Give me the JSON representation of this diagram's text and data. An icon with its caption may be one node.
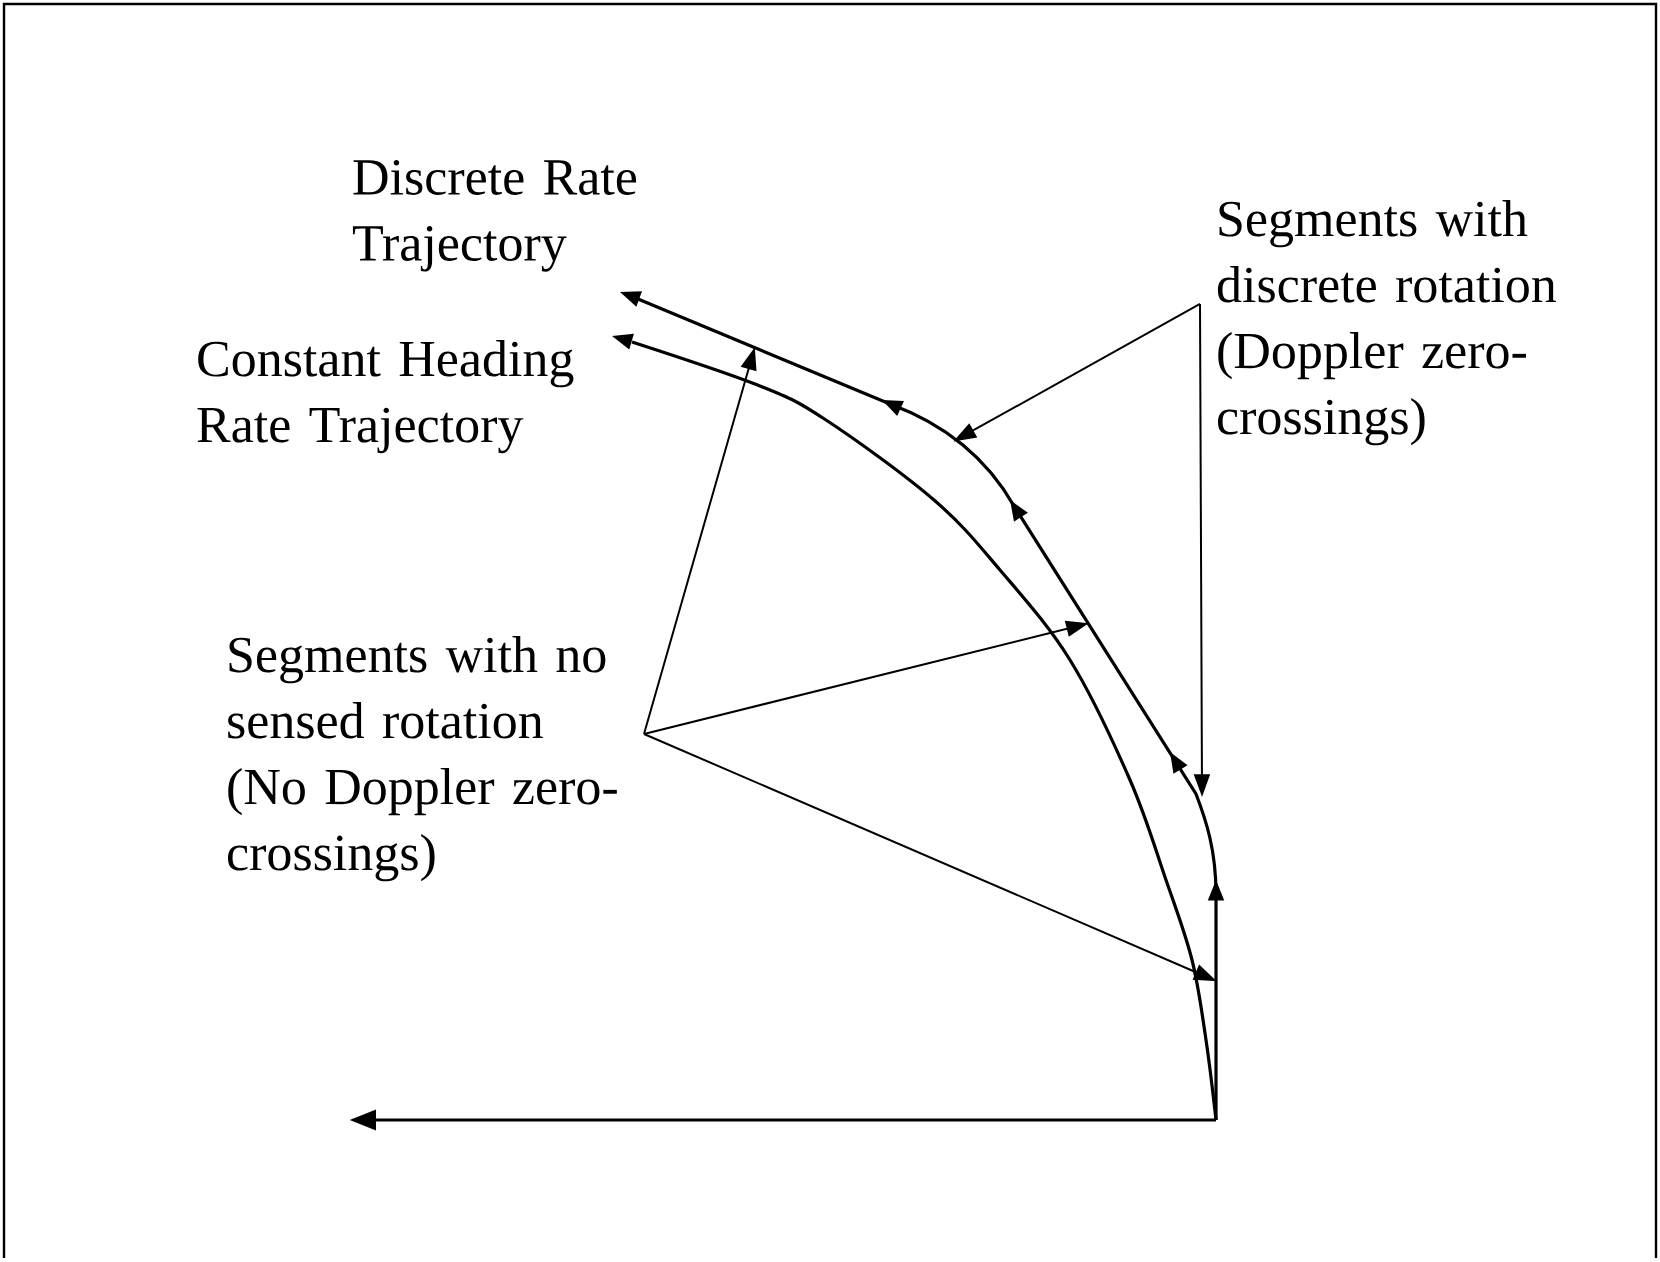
{
  "diagram": {
    "nodes": [
      {
        "text": [
          "Segments with discrete rotation (Doppler zero-crossings)"
        ]
      },
      {
        "text": [
          "Segments with no sensed rotation (No Doppler zero-crossings)"
        ]
      }
    ],
    "edges": [
      {
        "from": 0,
        "to": null,
        "arrow": "to"
      },
      {
        "from": 0,
        "to": null,
        "arrow": "to"
      },
      {
        "from": 1,
        "to": null,
        "arrow": "to"
      },
      {
        "from": 1,
        "to": null,
        "arrow": "to"
      },
      {
        "from": 1,
        "to": null,
        "arrow": "to"
      }
    ],
    "labels": [
      "Discrete Rate Trajectory",
      "Constant Heading Rate Trajectory"
    ]
  }
}
